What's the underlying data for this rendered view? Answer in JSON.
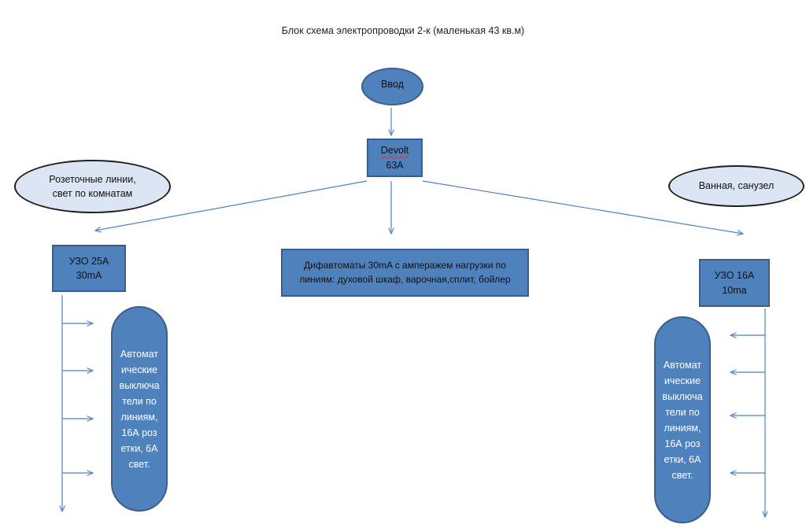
{
  "title": "Блок схема электропроводки 2-к (маленькая 43 кв.м)",
  "nodes": {
    "input": {
      "label": "Ввод"
    },
    "main_breaker": {
      "line1": "Devolt",
      "line2": "63A"
    },
    "left_group": {
      "line1": "Розеточные линии,",
      "line2": "свет по комнатам"
    },
    "right_group": {
      "label": "Ванная, санузел"
    },
    "left_rcd": {
      "line1": "УЗО 25А",
      "line2": "30mA"
    },
    "right_rcd": {
      "line1": "УЗО 16А",
      "line2": "10ma"
    },
    "center_diff": {
      "line1": "Дифавтоматы 30mA с амперажем нагрузки по",
      "line2": "линиям: духовой шкаф, варочная,сплит, бойлер"
    },
    "left_breakers": {
      "label": "Автоматические выключатели по линиям, 16А розетки, 6А свет."
    },
    "right_breakers": {
      "label": "Автоматические выключатели по линиям, 16А розетки, 6А свет."
    }
  }
}
